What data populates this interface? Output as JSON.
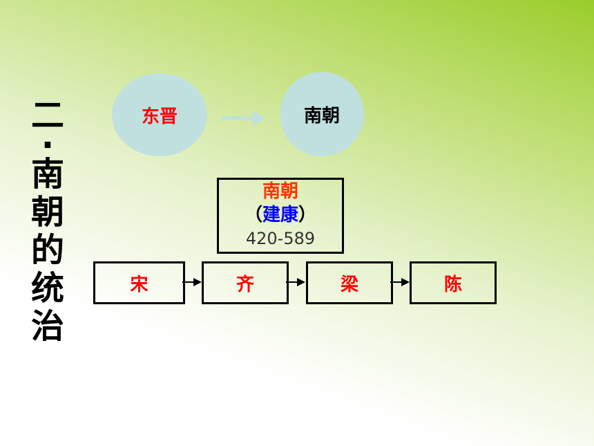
{
  "title_chars": [
    "二",
    "·",
    "南",
    "朝",
    "的",
    "统",
    "治"
  ],
  "flow": {
    "from": "东晋",
    "to": "南朝"
  },
  "main_box": {
    "name": "南朝",
    "paren_open": "（",
    "capital": "建康",
    "paren_close": "）",
    "years": "420-589"
  },
  "dynasties": [
    "宋",
    "齐",
    "梁",
    "陈"
  ],
  "colors": {
    "accent_red": "#ff0000",
    "accent_orange": "#ff3300",
    "capital_blue": "#0000ff",
    "circle_fill": "#bfe0df",
    "arrow_light": "#bfe0df"
  }
}
